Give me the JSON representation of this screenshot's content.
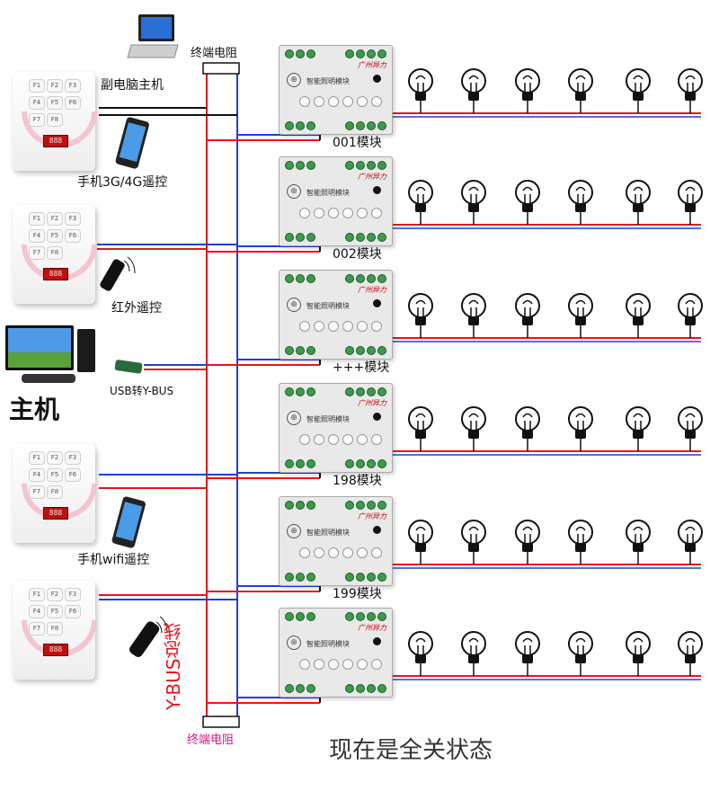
{
  "labels": {
    "terminator_top": "终端电阻",
    "terminator_bottom": "终端电阻",
    "sub_pc": "副电脑主机",
    "phone_3g4g": "手机3G/4G遥控",
    "infrared": "红外遥控",
    "usb_ybus": "USB转Y-BUS",
    "host": "主机",
    "phone_wifi": "手机wifi遥控",
    "ybus_trunk": "Y-BUS总线",
    "status": "现在是全关状态"
  },
  "modules": [
    {
      "label": "001模块",
      "name": "智能照明模块",
      "brand": "广州异力"
    },
    {
      "label": "002模块",
      "name": "智能照明模块",
      "brand": "广州异力"
    },
    {
      "label": "+++模块",
      "name": "智能照明模块",
      "brand": "广州异力"
    },
    {
      "label": "198模块",
      "name": "智能照明模块",
      "brand": "广州异力"
    },
    {
      "label": "199模块",
      "name": "智能照明模块",
      "brand": "广州异力"
    },
    {
      "label": "",
      "name": "智能照明模块",
      "brand": "广州异力"
    }
  ],
  "panel_keys": [
    "F1",
    "F2",
    "F3",
    "F4",
    "F5",
    "F6",
    "F7",
    "F8"
  ],
  "panel_display": "888",
  "lights_per_module": 6,
  "lights_state": "off",
  "colors": {
    "bus_red": "#e8141c",
    "bus_blue": "#1f3fd6",
    "cable_black": "#111111",
    "ybus_text": "#e8141c",
    "terminator_text": "#d6157a",
    "bulb_outline": "#111111"
  }
}
